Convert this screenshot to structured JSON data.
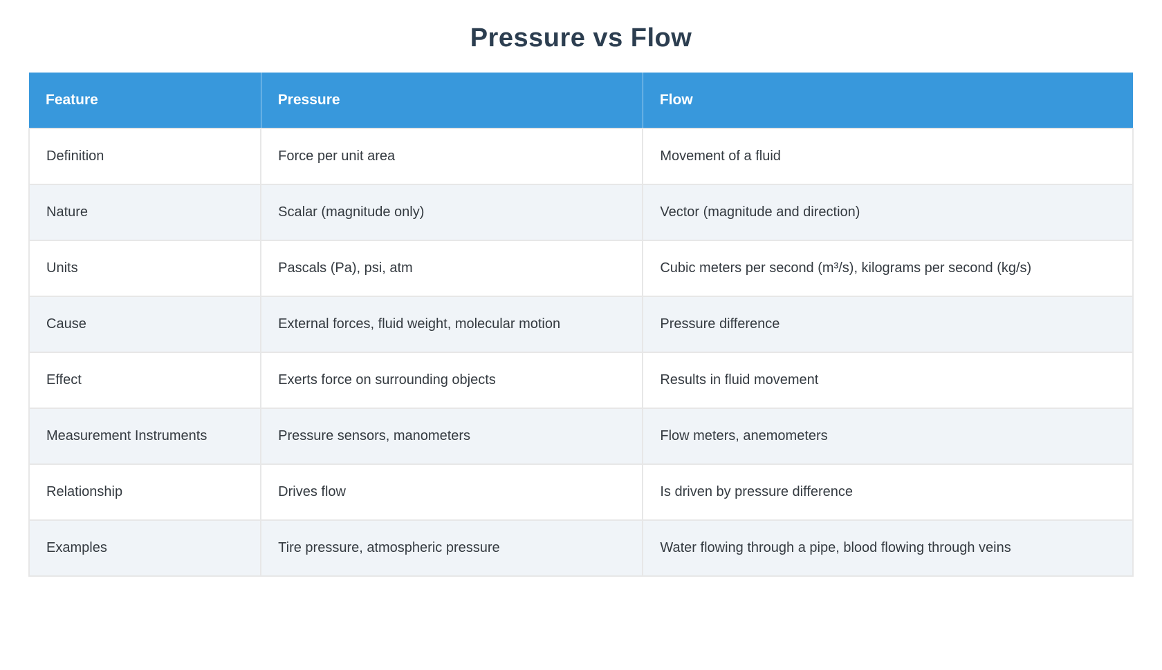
{
  "page": {
    "title": "Pressure vs Flow"
  },
  "colors": {
    "header_bg": "#3898dc",
    "header_text": "#ffffff",
    "row_bg": "#ffffff",
    "row_alt_bg": "#f0f4f8",
    "title_color": "#2c3e50",
    "cell_text": "#343a40",
    "border": "#e7e7e7"
  },
  "table": {
    "columns": [
      "Feature",
      "Pressure",
      "Flow"
    ],
    "rows": [
      {
        "feature": "Definition",
        "pressure": "Force per unit area",
        "flow": "Movement of a fluid"
      },
      {
        "feature": "Nature",
        "pressure": "Scalar (magnitude only)",
        "flow": "Vector (magnitude and direction)"
      },
      {
        "feature": "Units",
        "pressure": "Pascals (Pa), psi, atm",
        "flow": "Cubic meters per second (m³/s), kilograms per second (kg/s)"
      },
      {
        "feature": "Cause",
        "pressure": "External forces, fluid weight, molecular motion",
        "flow": "Pressure difference"
      },
      {
        "feature": "Effect",
        "pressure": "Exerts force on surrounding objects",
        "flow": "Results in fluid movement"
      },
      {
        "feature": "Measurement Instruments",
        "pressure": "Pressure sensors, manometers",
        "flow": "Flow meters, anemometers"
      },
      {
        "feature": "Relationship",
        "pressure": "Drives flow",
        "flow": "Is driven by pressure difference"
      },
      {
        "feature": "Examples",
        "pressure": "Tire pressure, atmospheric pressure",
        "flow": "Water flowing through a pipe, blood flowing through veins"
      }
    ]
  }
}
